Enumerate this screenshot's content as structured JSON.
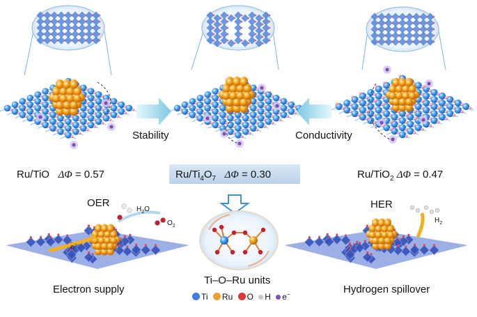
{
  "figure": {
    "labels": {
      "arrow_left": "Stability",
      "arrow_right": "Conductivity",
      "oer": "OER",
      "her": "HER",
      "h2o": "H",
      "h2o_sub": "2",
      "h2o_tail": "O",
      "o2": "O",
      "o2_sub": "2",
      "h2": "H",
      "h2_sub": "2",
      "electron": "e",
      "electron_sup": "−",
      "bottom_left": "Electron supply",
      "bottom_center": "Ti–O–Ru units",
      "bottom_right": "Hydrogen spillover"
    },
    "materials": {
      "left": {
        "name": "Ru/TiO",
        "delta": "ΔΦ",
        "value": "= 0.57"
      },
      "center": {
        "name": "Ru/Ti",
        "sub": "4",
        "tail": "O",
        "sub2": "7",
        "delta": "ΔΦ",
        "value": "= 0.30"
      },
      "right": {
        "name": "Ru/TiO",
        "sub": "2",
        "delta": "ΔΦ",
        "value": "= 0.47"
      }
    },
    "legend": [
      {
        "label": "Ti",
        "color": "#3f7fe0"
      },
      {
        "label": "Ru",
        "color": "#f0a030"
      },
      {
        "label": "O",
        "color": "#d83a3a"
      },
      {
        "label": "H",
        "color": "#c8c8c8"
      },
      {
        "label": "e",
        "sup": "−",
        "color": "#7a4fb8"
      }
    ],
    "colors": {
      "ti": "#3f8ee8",
      "ru": "#f2a21e",
      "o": "#e07a8a",
      "arrow": "#8fd3ea",
      "polyhedra": "#3b5fc8"
    }
  }
}
